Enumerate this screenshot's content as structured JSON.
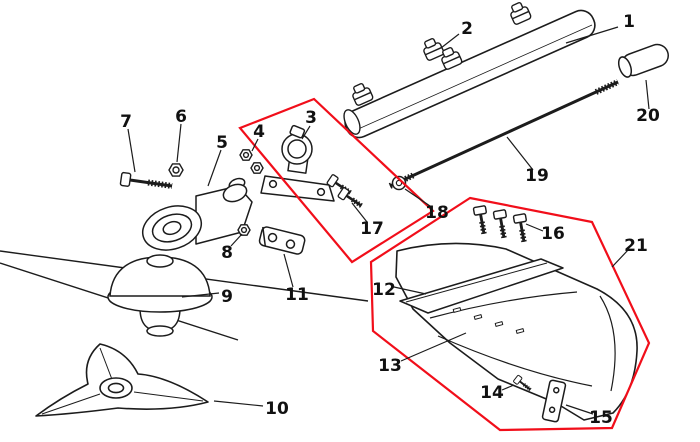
{
  "diagram": {
    "callouts": [
      "1",
      "2",
      "3",
      "4",
      "5",
      "6",
      "7",
      "8",
      "9",
      "10",
      "11",
      "12",
      "13",
      "14",
      "15",
      "16",
      "17",
      "18",
      "19",
      "20",
      "21"
    ]
  },
  "colors": {
    "highlight": "#f10e1a",
    "line": "#1c1c1c",
    "background": "#ffffff"
  }
}
